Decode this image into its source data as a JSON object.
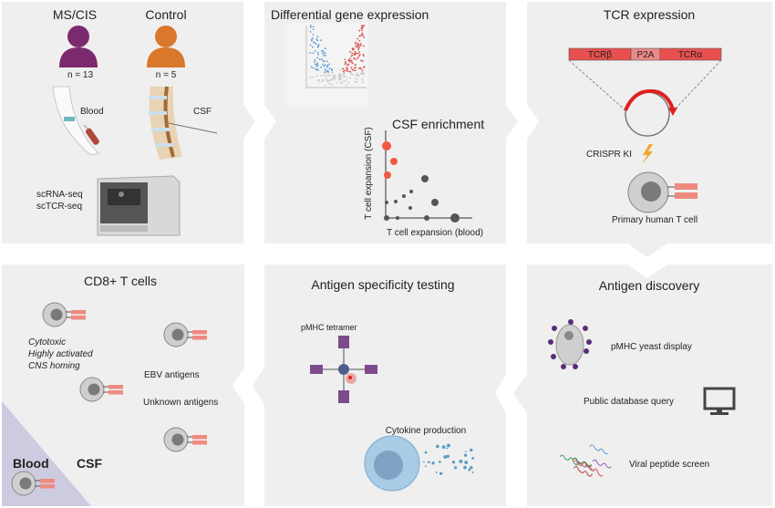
{
  "colors": {
    "panel": "#efefef",
    "ms_cis": "#7b2a6f",
    "control": "#d9772b",
    "tcr_red": "#e8504f",
    "p2a": "#eb8a86",
    "receptor": "#ef8a80",
    "cell_gray": "#cfcfcf",
    "nucleus_gray": "#7a7a7a",
    "blood_region": "#cdcbe0",
    "cytokine_cell": "#a8cbe6"
  },
  "cohort": {
    "title": "",
    "groups": [
      {
        "label": "MS/CIS",
        "n": "n = 13",
        "icon": "person-icon"
      },
      {
        "label": "Control",
        "n": "n = 5",
        "icon": "person-icon"
      }
    ],
    "samples": [
      "Blood",
      "CSF"
    ],
    "methods": [
      "scRNA-seq",
      "scTCR-seq"
    ]
  },
  "dge": {
    "title": "Differential gene expression",
    "enrichment_title": "CSF enrichment",
    "y_label": "T cell expansion (CSF)",
    "x_label": "T cell expansion (blood)"
  },
  "tcr": {
    "title": "TCR expression",
    "segments": [
      "TCRβ",
      "P2A",
      "TCRα"
    ],
    "crispr": "CRISPR KI",
    "cell_label": "Primary human T cell"
  },
  "cd8": {
    "title": "CD8+ T cells",
    "traits": [
      "Cytotoxic",
      "Highly activated",
      "CNS homing"
    ],
    "antigens": [
      "EBV antigens",
      "Unknown antigens"
    ],
    "compartments": [
      "Blood",
      "CSF"
    ]
  },
  "specificity": {
    "title": "Antigen specificity testing",
    "tetramer": "pMHC tetramer",
    "cytokine": "Cytokine production"
  },
  "discovery": {
    "title": "Antigen discovery",
    "methods": [
      "pMHC yeast display",
      "Public database query",
      "Viral peptide screen"
    ]
  }
}
